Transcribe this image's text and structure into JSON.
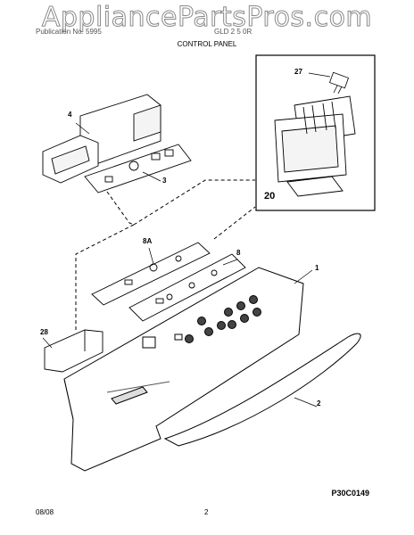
{
  "watermark": "AppliancePartsPros.com",
  "header": {
    "publication": "Publication No. 5995",
    "model": "GLD 2 5 0R",
    "title": "CONTROL PANEL"
  },
  "callouts": {
    "c27": "27",
    "c4": "4",
    "c3": "3",
    "c20": "20",
    "c8a": "8A",
    "c8": "8",
    "c1": "1",
    "c28": "28",
    "c2": "2"
  },
  "figure_code": "P30C0149",
  "footer": {
    "date": "08/08",
    "page": "2"
  }
}
